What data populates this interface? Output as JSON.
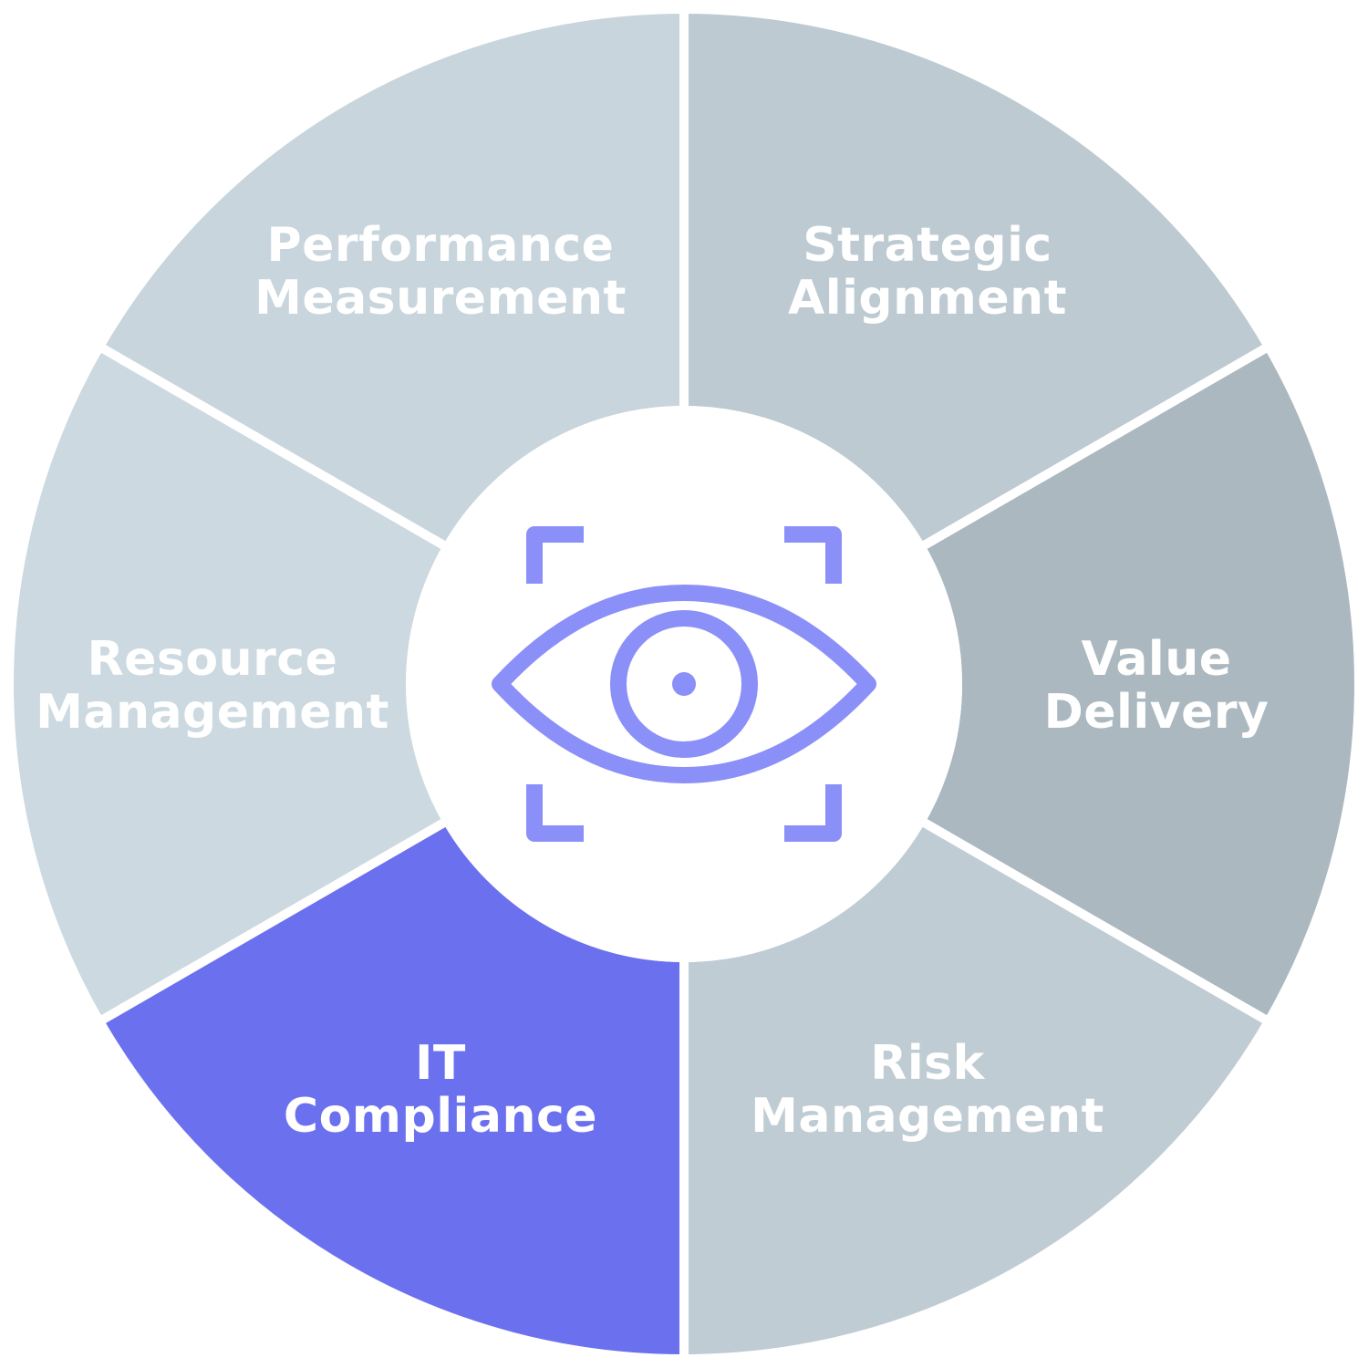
{
  "segments": [
    {
      "id": "strategic-alignment",
      "line1": "Strategic",
      "line2": "Alignment",
      "color": "#bdcad1"
    },
    {
      "id": "value-delivery",
      "line1": "Value",
      "line2": "Delivery",
      "color": "#abb8bf"
    },
    {
      "id": "risk-management",
      "line1": "Risk",
      "line2": "Management",
      "color": "#c0ccd3"
    },
    {
      "id": "it-compliance",
      "line1": "IT",
      "line2": "Compliance",
      "color": "#6b70ee"
    },
    {
      "id": "resource-management",
      "line1": "Resource",
      "line2": "Management",
      "color": "#ccd9e0"
    },
    {
      "id": "performance-measurement",
      "line1": "Performance",
      "line2": "Measurement",
      "color": "#c8d5dc"
    }
  ],
  "center": {
    "icon": "eye-scan-icon",
    "icon_color": "#8b8ff8"
  }
}
